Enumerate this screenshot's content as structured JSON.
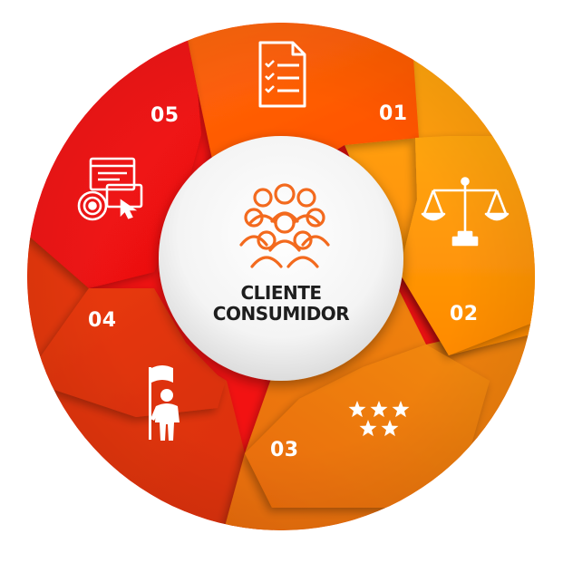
{
  "diagram": {
    "center": {
      "line1": "CLIENTE",
      "line2": "CONSUMIDOR",
      "icon": "people-group-icon"
    },
    "segments": [
      {
        "number": "01",
        "icon": "checklist-document-icon",
        "color": "#FF5A00"
      },
      {
        "number": "02",
        "icon": "balance-scale-icon",
        "color": "#FF9A00"
      },
      {
        "number": "03",
        "icon": "five-stars-icon",
        "color": "#F07A08"
      },
      {
        "number": "04",
        "icon": "person-flag-icon",
        "color": "#E43412"
      },
      {
        "number": "05",
        "icon": "target-web-marketing-icon",
        "color": "#F51414"
      }
    ],
    "center_accent_color": "#F36A1E"
  }
}
